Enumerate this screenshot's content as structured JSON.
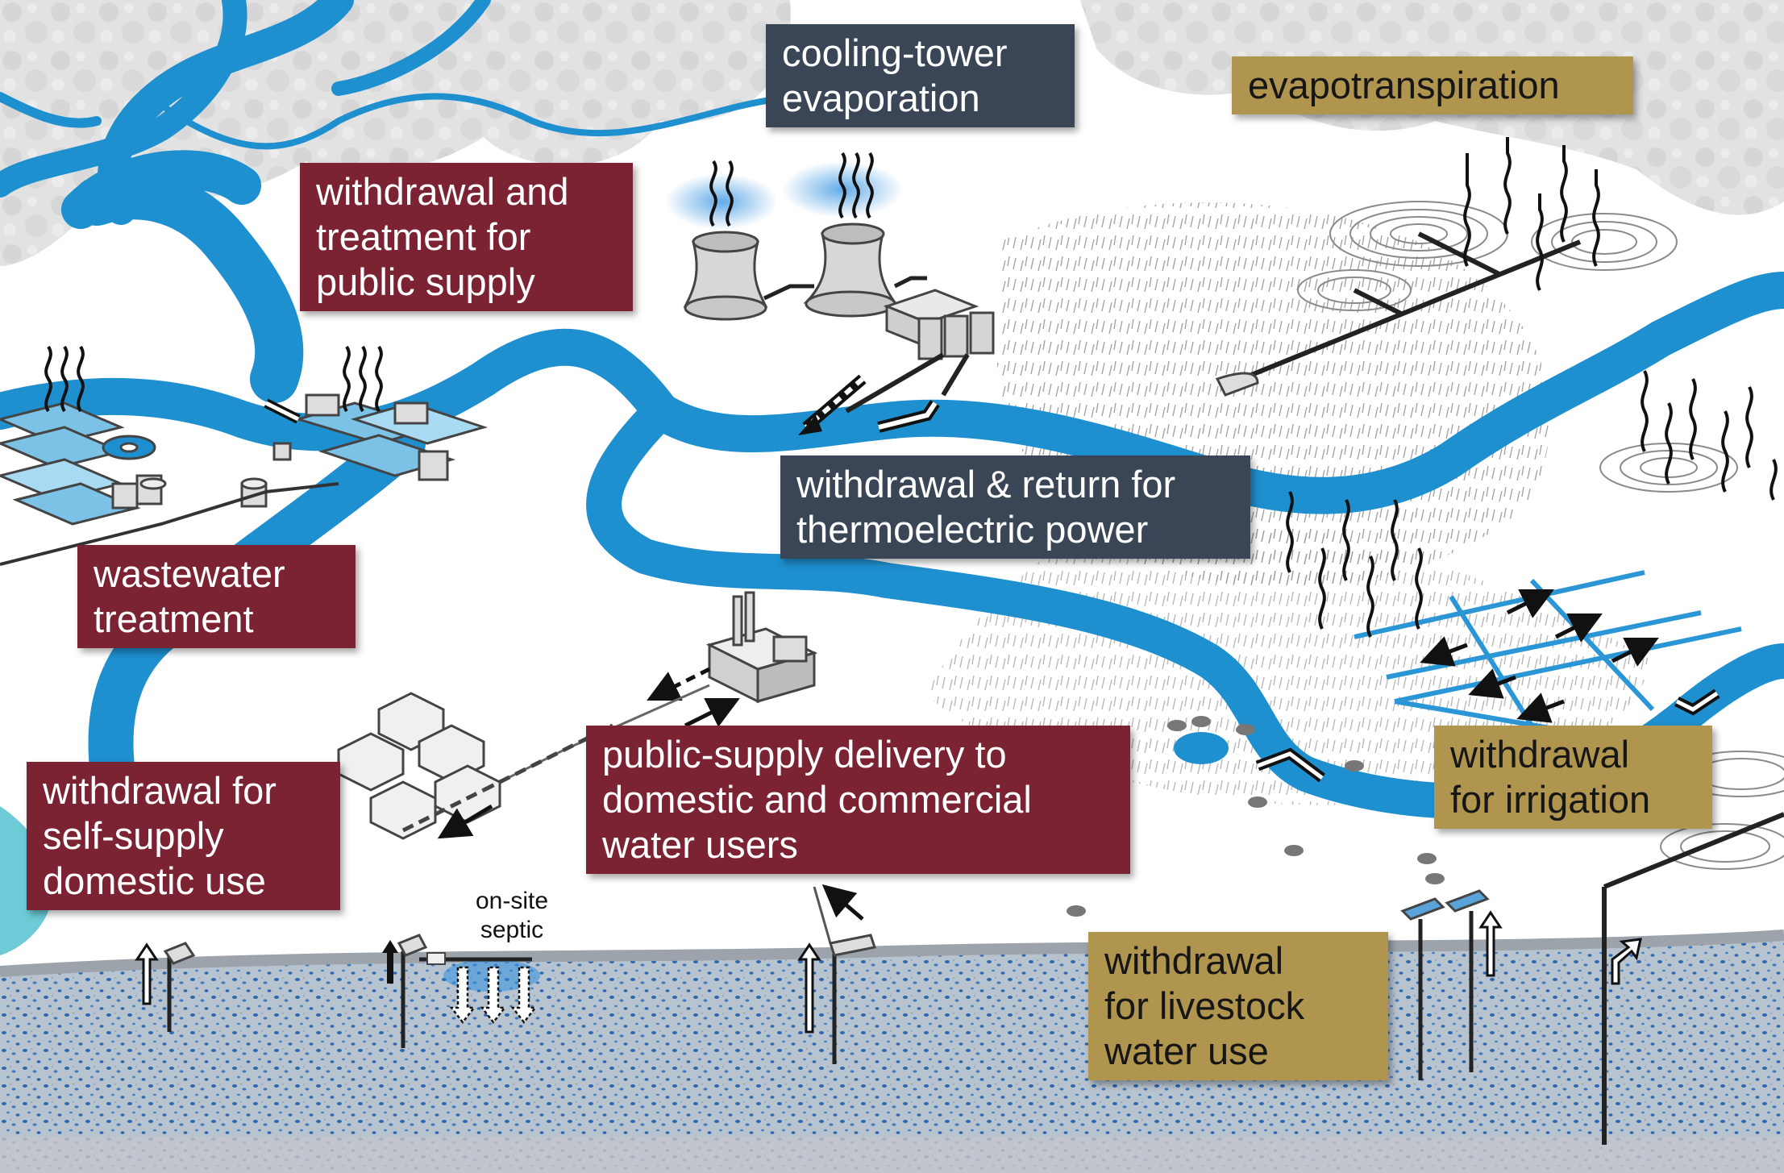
{
  "colors": {
    "river": "#1e8fcf",
    "river_light": "#43a8dc",
    "maroon_label": "#7b2233",
    "slate_label": "#3a4655",
    "gold_label": "#b0954f",
    "groundwater": "#b7c3cf",
    "groundwater_dots": "#2b68b0",
    "cloud": "#e1e1e1"
  },
  "labels": {
    "cooling_tower": [
      "cooling-tower",
      "evaporation"
    ],
    "evapotranspiration": [
      "evapotranspiration"
    ],
    "public_supply_treatment": [
      "withdrawal and",
      "treatment for",
      "public supply"
    ],
    "thermoelectric": [
      "withdrawal & return for",
      "thermoelectric power"
    ],
    "wastewater": [
      "wastewater",
      "treatment"
    ],
    "self_supply": [
      "withdrawal for",
      "self-supply",
      "domestic use"
    ],
    "public_delivery": [
      "public-supply delivery to",
      "domestic and commercial",
      "water users"
    ],
    "irrigation": [
      "withdrawal",
      "for irrigation"
    ],
    "livestock": [
      "withdrawal",
      "for livestock",
      "water use"
    ],
    "septic": [
      "on-site",
      "septic"
    ]
  },
  "icons": [
    "cooling-tower-icon",
    "power-plant-icon",
    "treatment-plant-icon",
    "factory-icon",
    "houses-icon",
    "well-icon",
    "center-pivot-icon",
    "cow-icon",
    "evaporation-arrow-icon",
    "flow-arrow-icon"
  ]
}
